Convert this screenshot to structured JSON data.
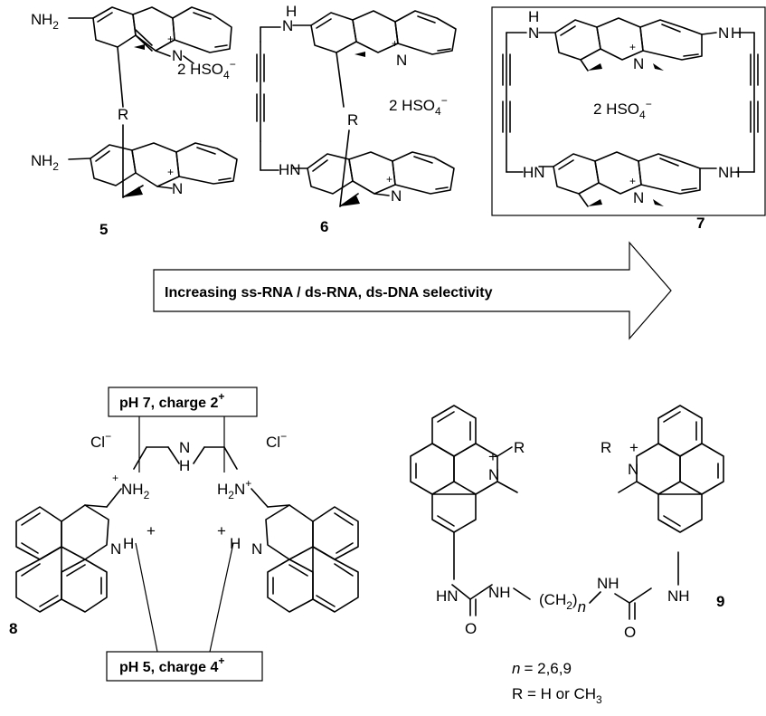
{
  "compounds": {
    "c5": {
      "number": "5",
      "counterion": "2 HSO",
      "counterion_sub": "4",
      "counterion_charge": "−",
      "r": "R",
      "amine": "H",
      "amine_sub": "2",
      "amine_n": "N",
      "ring_n": "N",
      "plus": "+"
    },
    "c6": {
      "number": "6",
      "counterion": "2 HSO",
      "counterion_sub": "4",
      "counterion_charge": "−",
      "r": "R",
      "nh_n": "N",
      "nh_h": "H",
      "ring_n": "N",
      "plus": "+"
    },
    "c7": {
      "number": "7",
      "counterion": "2 HSO",
      "counterion_sub": "4",
      "counterion_charge": "−",
      "nh_n": "N",
      "nh_h": "H",
      "ring_n": "N",
      "plus": "+"
    },
    "c8": {
      "number": "8",
      "cl": "Cl",
      "cl_charge": "−",
      "nh2": "NH",
      "nh2_sub": "2",
      "h2n": "H",
      "h2n_sub": "2",
      "h2n_n": "N",
      "nh": "N",
      "nh_h": "H",
      "ring_nh": "NH",
      "ring_n": "N",
      "ring_h": "H",
      "plus": "+"
    },
    "c9": {
      "number": "9",
      "hn": "HN",
      "nh": "NH",
      "o": "O",
      "ch2": "(CH",
      "ch2_sub": "2",
      "ch2_close": ")",
      "n_italic": "n",
      "r": "R",
      "ring_n": "N",
      "plus": "+",
      "n_eq": "= 2,6,9",
      "r_eq": "R = H or CH",
      "r_eq_sub": "3"
    }
  },
  "arrow": {
    "label": "Increasing ss-RNA / ds-RNA, ds-DNA selectivity"
  },
  "boxes": {
    "ph7": {
      "text": "pH 7, charge 2",
      "sup": "+"
    },
    "ph5": {
      "text": "pH 5, charge 4",
      "sup": "+"
    }
  }
}
